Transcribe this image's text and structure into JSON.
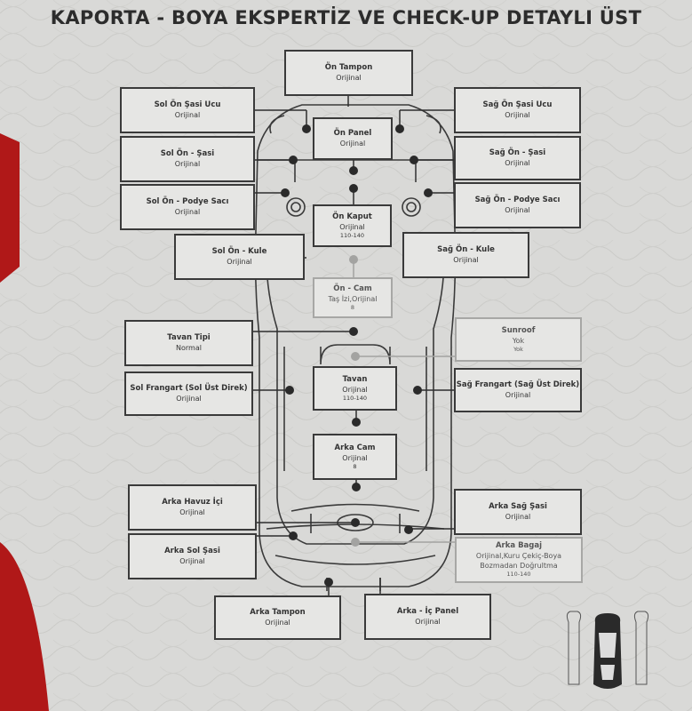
{
  "title": "KAPORTA - BOYA EKSPERTİZ VE CHECK-UP DETAYLI ÜST",
  "colors": {
    "line": "#2e2e2e",
    "faded": "#9a9a98",
    "box_bg": "#e6e6e4",
    "page_bg": "#d9d9d7",
    "brand_red": "#b01818"
  },
  "parts": {
    "on_tampon": {
      "name": "Ön Tampon",
      "status": "Orijinal"
    },
    "sol_on_sasi_ucu": {
      "name": "Sol Ön Şasi Ucu",
      "status": "Orijinal"
    },
    "sag_on_sasi_ucu": {
      "name": "Sağ Ön Şasi Ucu",
      "status": "Orijinal"
    },
    "on_panel": {
      "name": "Ön Panel",
      "status": "Orijinal"
    },
    "sol_on_sasi": {
      "name": "Sol Ön - Şasi",
      "status": "Orijinal"
    },
    "sag_on_sasi": {
      "name": "Sağ Ön - Şasi",
      "status": "Orijinal"
    },
    "sol_on_podye": {
      "name": "Sol Ön - Podye Sacı",
      "status": "Orijinal"
    },
    "sag_on_podye": {
      "name": "Sağ Ön - Podye Sacı",
      "status": "Orijinal"
    },
    "on_kaput": {
      "name": "Ön Kaput",
      "status": "Orijinal",
      "measure": "110-140"
    },
    "sol_on_kule": {
      "name": "Sol Ön - Kule",
      "status": "Orijinal"
    },
    "sag_on_kule": {
      "name": "Sağ Ön - Kule",
      "status": "Orijinal"
    },
    "on_cam": {
      "name": "Ön - Cam",
      "status": "Taş İzi,Orijinal",
      "measure": "8"
    },
    "tavan_tipi": {
      "name": "Tavan Tipi",
      "status": "Normal"
    },
    "sunroof": {
      "name": "Sunroof",
      "status": "Yok",
      "measure": "Yok"
    },
    "tavan": {
      "name": "Tavan",
      "status": "Orijinal",
      "measure": "110-140"
    },
    "sol_frangart": {
      "name": "Sol Frangart (Sol Üst Direk)",
      "status": "Orijinal"
    },
    "sag_frangart": {
      "name": "Sağ Frangart (Sağ Üst Direk)",
      "status": "Orijinal"
    },
    "arka_cam": {
      "name": "Arka Cam",
      "status": "Orijinal",
      "measure": "8"
    },
    "arka_havuz": {
      "name": "Arka Havuz İçi",
      "status": "Orijinal"
    },
    "arka_sag_sasi": {
      "name": "Arka Sağ Şasi",
      "status": "Orijinal"
    },
    "arka_sol_sasi": {
      "name": "Arka Sol Şasi",
      "status": "Orijinal"
    },
    "arka_bagaj": {
      "name": "Arka Bagaj",
      "status": "Orijinal,Kuru Çekiç-Boya Bozmadan Doğrultma",
      "measure": "110-140"
    },
    "arka_tampon": {
      "name": "Arka Tampon",
      "status": "Orijinal"
    },
    "arka_ic_panel": {
      "name": "Arka - İç Panel",
      "status": "Orijinal"
    }
  }
}
